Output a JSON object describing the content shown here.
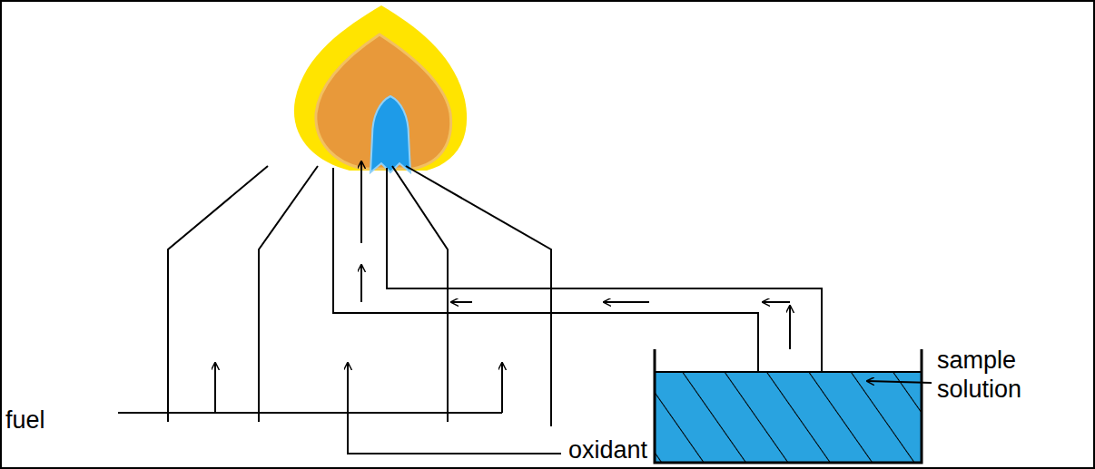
{
  "diagram": {
    "labels": [
      "fuel",
      "oxidant",
      "sample solution"
    ]
  }
}
